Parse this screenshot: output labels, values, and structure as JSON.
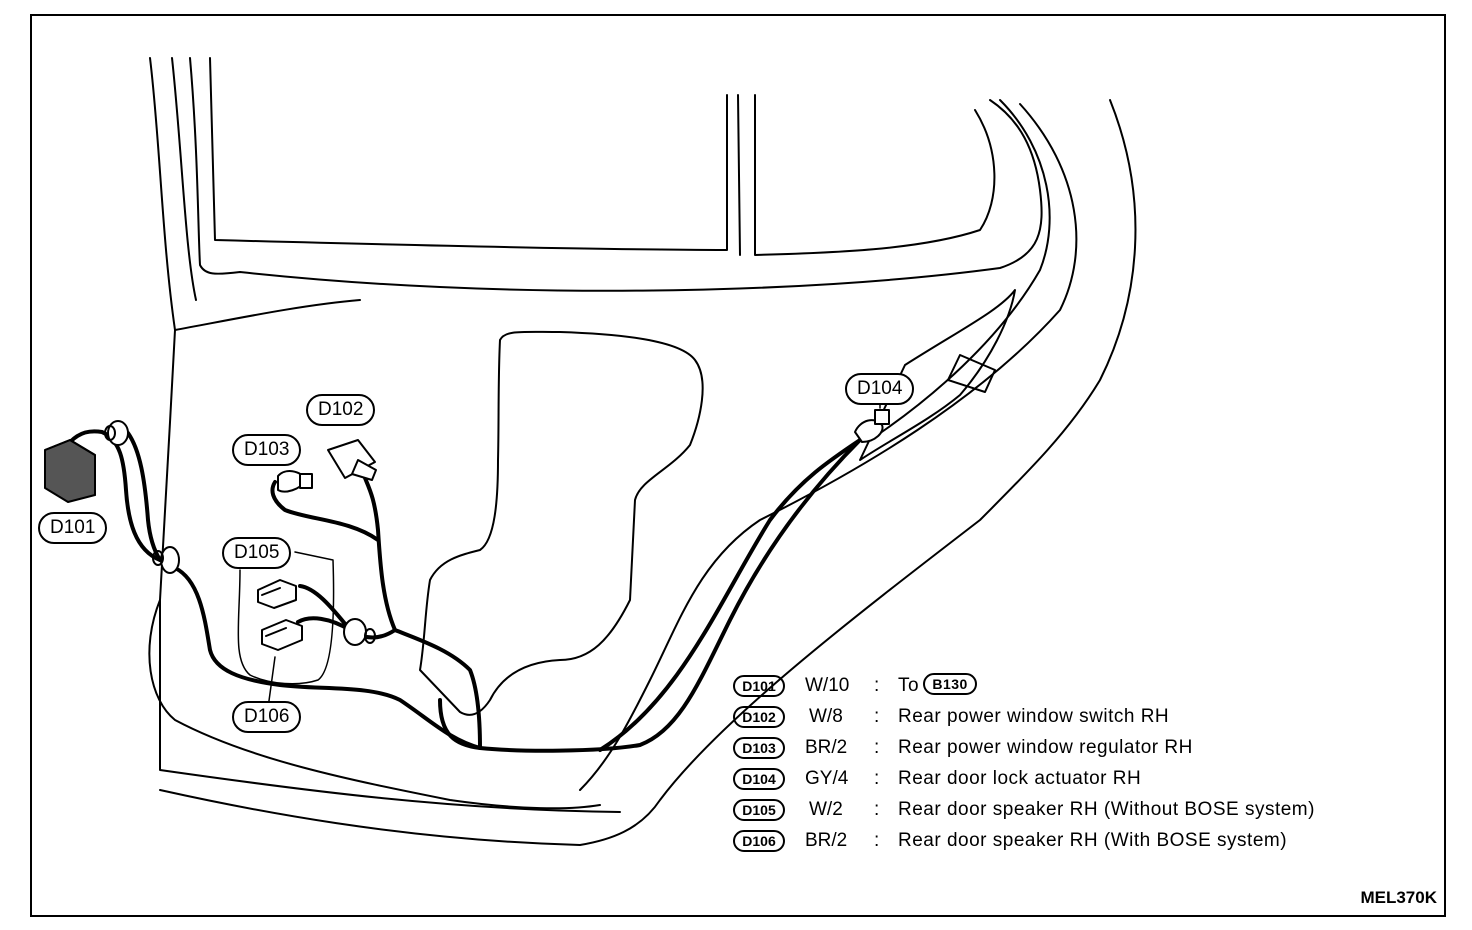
{
  "figure_code": "MEL370K",
  "callouts": {
    "d101": "D101",
    "d102": "D102",
    "d103": "D103",
    "d104": "D104",
    "d105": "D105",
    "d106": "D106"
  },
  "legend": [
    {
      "connector": "D101",
      "wire": "W/10",
      "colon": ":",
      "description": "To",
      "ref_connector": "B130"
    },
    {
      "connector": "D102",
      "wire": "W/8",
      "colon": ":",
      "description": "Rear power window switch RH"
    },
    {
      "connector": "D103",
      "wire": "BR/2",
      "colon": ":",
      "description": "Rear power window regulator RH"
    },
    {
      "connector": "D104",
      "wire": "GY/4",
      "colon": ":",
      "description": "Rear door lock actuator RH"
    },
    {
      "connector": "D105",
      "wire": "W/2",
      "colon": ":",
      "description": "Rear door speaker RH (Without BOSE system)"
    },
    {
      "connector": "D106",
      "wire": "BR/2",
      "colon": ":",
      "description": "Rear door speaker RH (With BOSE system)"
    }
  ]
}
